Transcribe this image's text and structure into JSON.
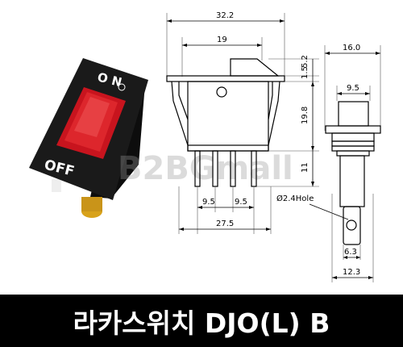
{
  "colors": {
    "caption_bg": "#000000",
    "caption_text": "#ffffff",
    "switch_body": "#1a1a1a",
    "switch_lens": "#c8141e",
    "terminal": "#d8a21a"
  },
  "switch_photo": {
    "on_label": "O N",
    "off_label": "OFF"
  },
  "watermark": "B2BGmall",
  "front_view": {
    "overall_width": "32.2",
    "rocker_width": "19",
    "height_upper_1": "1.5",
    "height_upper_2": "5.2",
    "body_height": "19.8",
    "terminal_length": "11",
    "pin_spacing_left": "9.5",
    "pin_spacing_right": "9.5",
    "pin_span": "27.5",
    "hole_note": "Ø2.4Hole"
  },
  "side_view": {
    "overall_width": "16.0",
    "rocker_width": "9.5",
    "terminal_width": "6.3",
    "base_width": "12.3"
  },
  "caption": "라카스위치 DJO(L) B"
}
